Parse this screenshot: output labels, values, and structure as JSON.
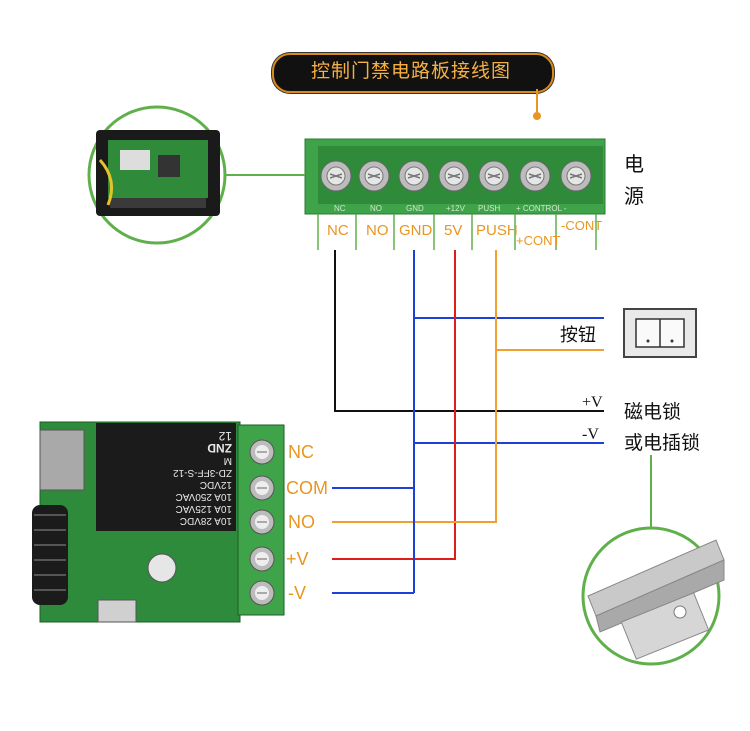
{
  "title": "控制门禁电路板接线图",
  "board": {
    "terminals": [
      "NC",
      "NO",
      "GND",
      "5V",
      "PUSH",
      "+CONT",
      "-CONT"
    ],
    "silkscreen": [
      "NC",
      "NO",
      "GND",
      "+12V",
      "PUSH",
      "+ CONTROL -"
    ]
  },
  "power_label": [
    "电",
    "源"
  ],
  "button_label": "按钮",
  "line_labels": {
    "pos": "+V",
    "neg": "-V"
  },
  "lock_label": [
    "磁电锁",
    "或电插锁"
  ],
  "module": {
    "terminals": [
      "NC",
      "COM",
      "NO",
      "+V",
      "-V"
    ],
    "relay_text": [
      "10A 28VDC",
      "10A 125VAC",
      "10A 250VAC",
      "12VDC",
      "ZD-3FF-S-12",
      "M",
      "ZND",
      "12"
    ]
  },
  "colors": {
    "black": "#111111",
    "blue": "#1f3fd6",
    "red": "#e21b1b",
    "orange": "#f0a030",
    "green": "#5fb04a",
    "accent": "#d88a1c"
  }
}
